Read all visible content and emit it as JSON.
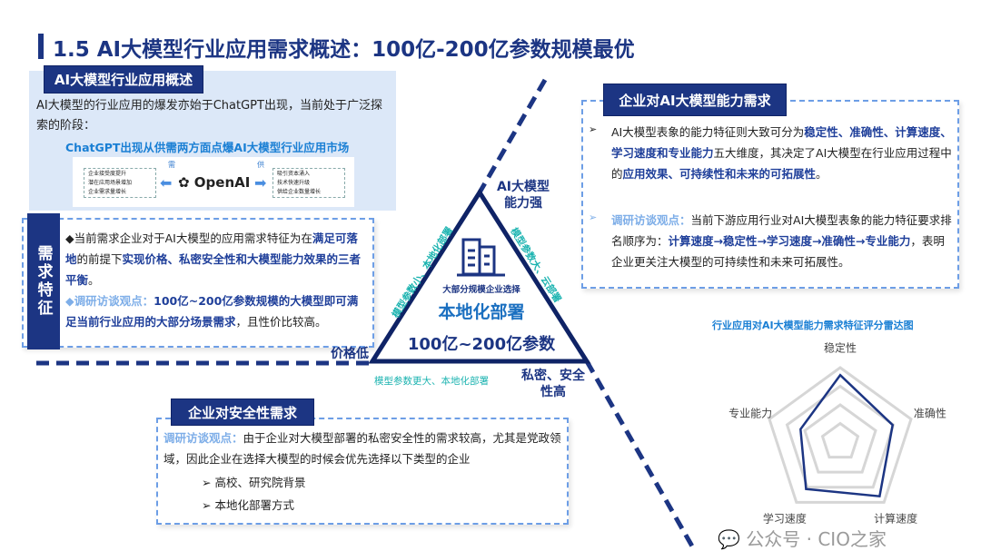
{
  "title": "1.5 AI大模型行业应用需求概述：100亿-200亿参数规模最优",
  "overview": {
    "tag": "AI大模型行业应用概述",
    "text": "AI大模型的行业应用的爆发亦始于ChatGPT出现，当前处于广泛探索的阶段：",
    "subtitle": "ChatGPT出现从供需两方面点爆AI大模型行业应用市场",
    "demand_label": "需",
    "supply_label": "供",
    "logo": "OpenAI",
    "demand_items": [
      "企业接受度提升",
      "潜在应用场景增加",
      "企业需求量增长"
    ],
    "supply_items": [
      "吸引资本涌入",
      "技术快速升级",
      "供给企业数量增长"
    ]
  },
  "features": {
    "tag": "需求特征",
    "p1_a": "◆当前需求企业对于AI大模型的应用需求特征为在",
    "p1_b": "满足可落地",
    "p1_c": "的前提下",
    "p1_d": "实现价格、私密安全性和大模型能力效果的三者平衡",
    "p1_e": "。",
    "p2_label": "◆调研访谈观点：",
    "p2_a": "100亿~200亿参数规模的大模型即可满足当前行业应用的大部分场景需求",
    "p2_b": "，且性价比较高。"
  },
  "triangle": {
    "top": "AI大模型能力强",
    "left": "价格低",
    "right": "私密、安全性高",
    "left_edge": "模型参数小、本地化部署",
    "right_edge": "模型参数大、云部署",
    "bottom_edge": "模型参数更大、本地化部署",
    "center_small": "大部分规模企业选择",
    "center_main": "本地化部署",
    "center_params": "100亿~200亿参数",
    "icon": "building-icon"
  },
  "capability": {
    "tag": "企业对AI大模型能力需求",
    "b1_a": "AI大模型表象的能力特征则大致可分为",
    "b1_b": "稳定性、准确性、计算速度、学习速度和专业能力",
    "b1_c": "五大维度，其决定了AI大模型在行业应用过程中的",
    "b1_d": "应用效果、可持续性和未来的可拓展性",
    "b1_e": "。",
    "b2_label": "调研访谈观点：",
    "b2_a": "当前下游应用行业对AI大模型表象的能力特征要求排名顺序为：",
    "b2_b": "计算速度→稳定性→学习速度→准确性→专业能力",
    "b2_c": "，表明企业更关注大模型的可持续性和未来可拓展性。"
  },
  "security": {
    "tag": "企业对安全性需求",
    "label": "调研访谈观点：",
    "text": "由于企业对大模型部署的私密安全性的需求较高，尤其是党政领域，因此企业在选择大模型的时候会优先选择以下类型的企业",
    "items": [
      "高校、研究院背景",
      "本地化部署方式"
    ]
  },
  "chart_data": {
    "type": "radar",
    "title": "行业应用对AI大模型能力需求特征评分雷达图",
    "categories": [
      "稳定性",
      "准确性",
      "计算速度",
      "学习速度",
      "专业能力"
    ],
    "values": [
      4.5,
      3.7,
      4.5,
      3.9,
      2.8
    ],
    "range": [
      0,
      5
    ],
    "rings": 4,
    "grid": true,
    "line_color": "#1c3583",
    "grid_color": "#d6d6d6"
  },
  "watermark": "公众号 · CIO之家",
  "colors": {
    "navy": "#1c3583",
    "light_bg": "#dce8f8",
    "dash": "#6d9ee6",
    "teal": "#1bb3b0",
    "accent_blue": "#1a7fd4"
  }
}
